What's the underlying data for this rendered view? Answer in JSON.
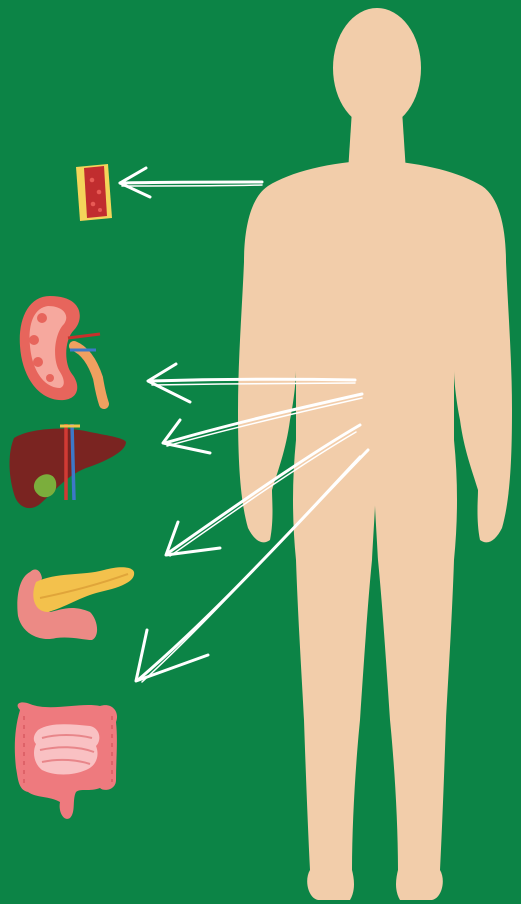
{
  "colors": {
    "background": "#0c8446",
    "skin": "#f2cdaa",
    "arrow": "#ffffff",
    "vessel_wall": "#f4d55a",
    "vessel_lumen": "#c12d2f",
    "kidney": "#e7655c",
    "kidney_inner": "#f6a89e",
    "ureter": "#f0a060",
    "liver": "#7a2421",
    "gallbladder": "#7bae3c",
    "pancreas": "#f3c14c",
    "duodenum": "#ec8a85",
    "intestine": "#ee7a7e",
    "intestine_inner": "#f9c1c3"
  },
  "figure": {
    "subject": "human-silhouette",
    "organs": [
      {
        "name": "blood-vessel",
        "icon": "blood-vessel-icon"
      },
      {
        "name": "kidney",
        "icon": "kidney-icon"
      },
      {
        "name": "liver",
        "icon": "liver-icon"
      },
      {
        "name": "pancreas",
        "icon": "pancreas-icon"
      },
      {
        "name": "intestines",
        "icon": "intestines-icon"
      }
    ]
  }
}
